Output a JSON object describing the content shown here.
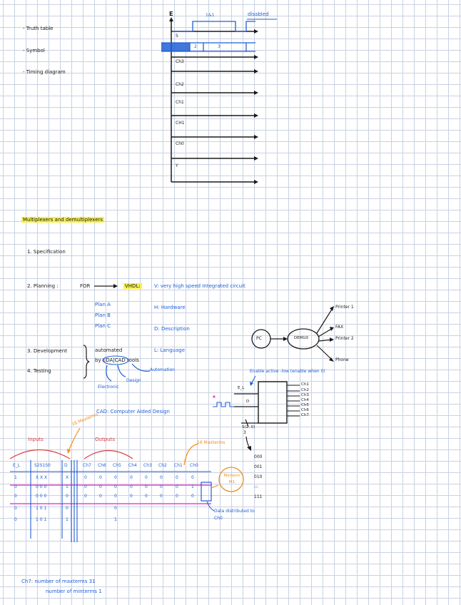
{
  "notes_list": [
    "- Truth table",
    "- Symbol",
    "- Timing diagram"
  ],
  "timing": {
    "enable_label": "E",
    "labels": [
      "S",
      "Ch3",
      "Ch2",
      "Ch1",
      "CH1",
      "Ch0",
      "Y"
    ],
    "annot_top": "1&1",
    "annot_disabled": "disabled",
    "s_values": [
      "2",
      "3"
    ]
  },
  "section_title": "Multiplexers and demultiplexers",
  "steps": {
    "spec": "1. Specification",
    "planning": "2. Planning :",
    "for_label": "FOR",
    "vhdl": "VHDL:",
    "v_def": "V: very high speed Integrated circuit",
    "h_def": "H: Hardware",
    "d_def": "D: Description",
    "l_def": "L: Language",
    "plans": [
      "Plan A",
      "Plan B",
      "Plan C"
    ],
    "development": "3. Development",
    "testing": "4. Testing",
    "automated": "automated",
    "by_tools": "by EDA|CAD tools",
    "automation": "Automation",
    "design": "Design",
    "electronic": "Electronic",
    "cad": "CAD: Computer Aided Design"
  },
  "demux_diagram": {
    "pc": "PC",
    "demux": "DEMUX",
    "outputs": [
      "Printer 1",
      "FAX",
      "Printer 2",
      "Phone"
    ]
  },
  "block_symbol": {
    "enable_note": "Enable active -low (enable when 0)",
    "inputs": [
      "E_L",
      "D",
      "S(2..0)"
    ],
    "select_width": "3",
    "outputs": [
      "Ch1",
      "Ch2",
      "Ch3",
      "Ch4",
      "Ch5",
      "Ch6",
      "Ch7"
    ],
    "codes": [
      "000",
      "001",
      "010",
      ":::",
      "111"
    ]
  },
  "truth_table": {
    "inputs_label": "Inputs",
    "outputs_label": "Outputs",
    "note_16_max_left": "16 Maxterms",
    "note_16_max_right": "16 Maxterms",
    "minterm_note": "Minterm M1",
    "data_note": "Data distributed to Ch0",
    "headers": [
      "E_L",
      "S2S1S0",
      "D",
      "Ch7",
      "Ch6",
      "Ch5",
      "Ch4",
      "Ch3",
      "Ch2",
      "Ch1",
      "Ch0"
    ],
    "rows": [
      [
        "1",
        "X X X",
        "X",
        "0",
        "0",
        "0",
        "0",
        "0",
        "0",
        "0",
        "0"
      ],
      [
        "0",
        "0 0 0",
        "1",
        "0",
        "0",
        "0",
        "0",
        "0",
        "0",
        "0",
        "1"
      ],
      [
        "0",
        "0 0 0",
        "0",
        "0",
        "0",
        "0",
        "0",
        "0",
        "0",
        "0",
        "0"
      ],
      [
        "0",
        "1 0 1",
        "0",
        "",
        "",
        "0",
        "",
        "",
        "",
        "",
        ""
      ],
      [
        "0",
        "1 0 1",
        "1",
        "",
        "",
        "1",
        "",
        "",
        "",
        "",
        ""
      ]
    ]
  },
  "footer": {
    "line1": "Ch7: number of maxterms 31",
    "line2": "number of minterms 1"
  },
  "colors": {
    "ink": "#1a1a1a",
    "blue": "#1f5fd6",
    "orange": "#f08c1a",
    "red": "#e03a3a",
    "pink": "#ee44cc",
    "yellow": "#f5f050",
    "grid": "#c9d1e3"
  }
}
